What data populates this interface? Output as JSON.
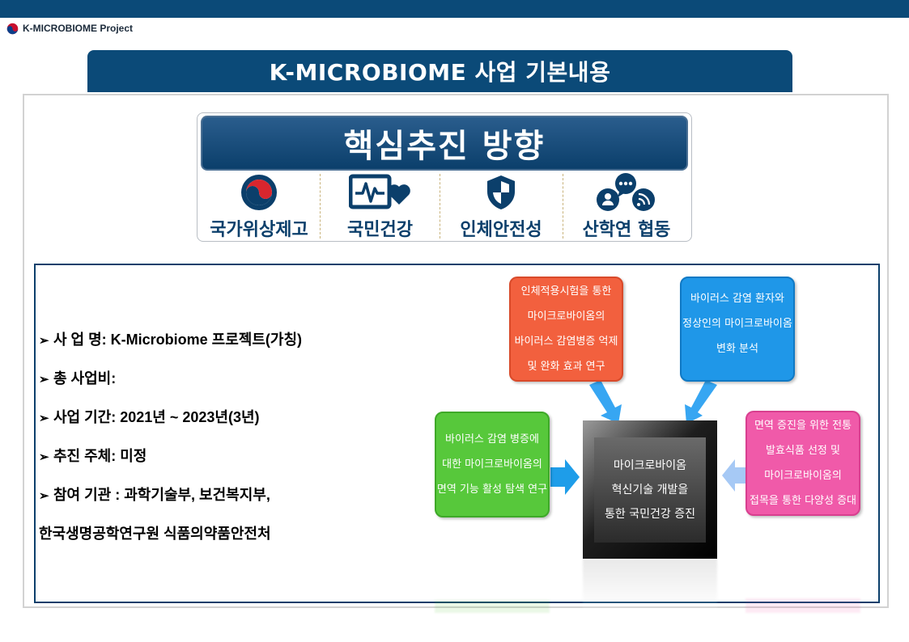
{
  "header": {
    "brand": "K-MICROBIOME Project",
    "title": "K-MICROBIOME 사업 기본내용"
  },
  "directions": {
    "heading": "핵심추진 방향",
    "items": [
      {
        "label": "국가위상제고",
        "icon": "taegeuk-icon"
      },
      {
        "label": "국민건강",
        "icon": "health-monitor-icon"
      },
      {
        "label": "인체안전성",
        "icon": "shield-icon"
      },
      {
        "label": "산학연 협동",
        "icon": "collaboration-icon"
      }
    ]
  },
  "project_info": {
    "items": [
      "사  업  명: K-Microbiome 프로젝트(가칭)",
      "총 사업비:",
      "사업 기간: 2021년 ~ 2023년(3년)",
      "추진 주체: 미정",
      "참여 기관 : 과학기술부, 보건복지부,"
    ],
    "continuation": "한국생명공학연구원 식품의약품안전처"
  },
  "diagram": {
    "center": "마이크로바이옴\n혁신기술 개발을\n통한 국민건강 증진",
    "top_left": "인체적용시험을 통한\n마이크로바이옴의\n바이러스 감염병증 억제\n및 완화 효과 연구",
    "top_right": "바이러스 감염 환자와\n정상인의 마이크로바이옴\n변화 분석",
    "left": "바이러스 감염 병증에\n대한 마이크로바이옴의\n면역 기능 활성 탐색 연구",
    "right": "면역 증진을 위한 전통\n발효식품 선정 및\n마이크로바이옴의\n접목을 통한 다양성 증대",
    "colors": {
      "top_left": "#f2603e",
      "top_right": "#1f97e8",
      "left": "#57c83b",
      "right": "#f05aa9",
      "center": "#1e1e1e"
    }
  }
}
